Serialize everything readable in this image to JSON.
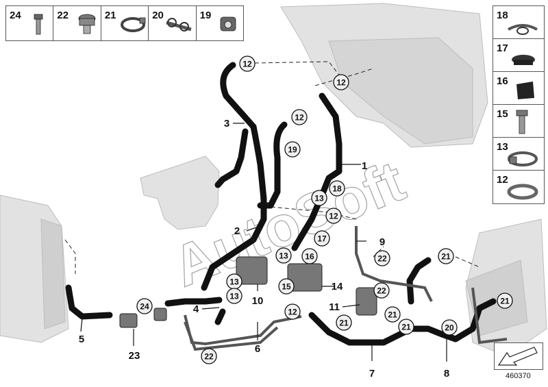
{
  "legend_top": [
    {
      "number": "24",
      "part": "bolt"
    },
    {
      "number": "22",
      "part": "nut"
    },
    {
      "number": "21",
      "part": "hose-clamp"
    },
    {
      "number": "20",
      "part": "bracket"
    },
    {
      "number": "19",
      "part": "cable-holder"
    }
  ],
  "legend_side": [
    {
      "number": "18",
      "part": "clamp"
    },
    {
      "number": "17",
      "part": "grommet"
    },
    {
      "number": "16",
      "part": "rubber-mount"
    },
    {
      "number": "15",
      "part": "screw"
    },
    {
      "number": "13",
      "part": "hose-clamp"
    },
    {
      "number": "12",
      "part": "spring-clamp"
    }
  ],
  "part_labels": [
    "1",
    "2",
    "3",
    "4",
    "5",
    "6",
    "7",
    "8",
    "9",
    "10",
    "11",
    "14",
    "23"
  ],
  "circled_labels": [
    "12",
    "12",
    "12",
    "12",
    "12",
    "13",
    "13",
    "13",
    "13",
    "15",
    "16",
    "17",
    "18",
    "19",
    "20",
    "21",
    "21",
    "21",
    "21",
    "21",
    "22",
    "22",
    "22",
    "24"
  ],
  "watermark": "AutoSoft",
  "diagram_id": "460370",
  "colors": {
    "hose": "#111111",
    "line": "#222222",
    "background_parts": "#d8d8d8",
    "callout_fill": "#f0f0f0"
  }
}
